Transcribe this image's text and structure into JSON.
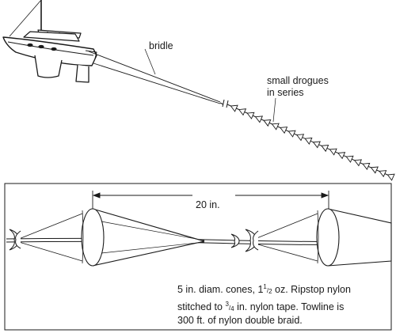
{
  "top_figure": {
    "label_bridle": "bridle",
    "label_drogues": [
      "small drogues",
      "in series"
    ]
  },
  "detail_figure": {
    "dimension_label": "20 in.",
    "caption": {
      "line1_a": "5 in. diam. cones, 1",
      "line1_frac_num": "1",
      "line1_frac_den": "2",
      "line1_b": " oz. Ripstop nylon",
      "line2_a": "stitched to ",
      "line2_frac_num": "3",
      "line2_frac_den": "4",
      "line2_b": " in. nylon tape. Towline is",
      "line3": "300 ft. of nylon double braid."
    }
  },
  "colors": {
    "ink": "#1a1a1a",
    "background": "#ffffff"
  }
}
